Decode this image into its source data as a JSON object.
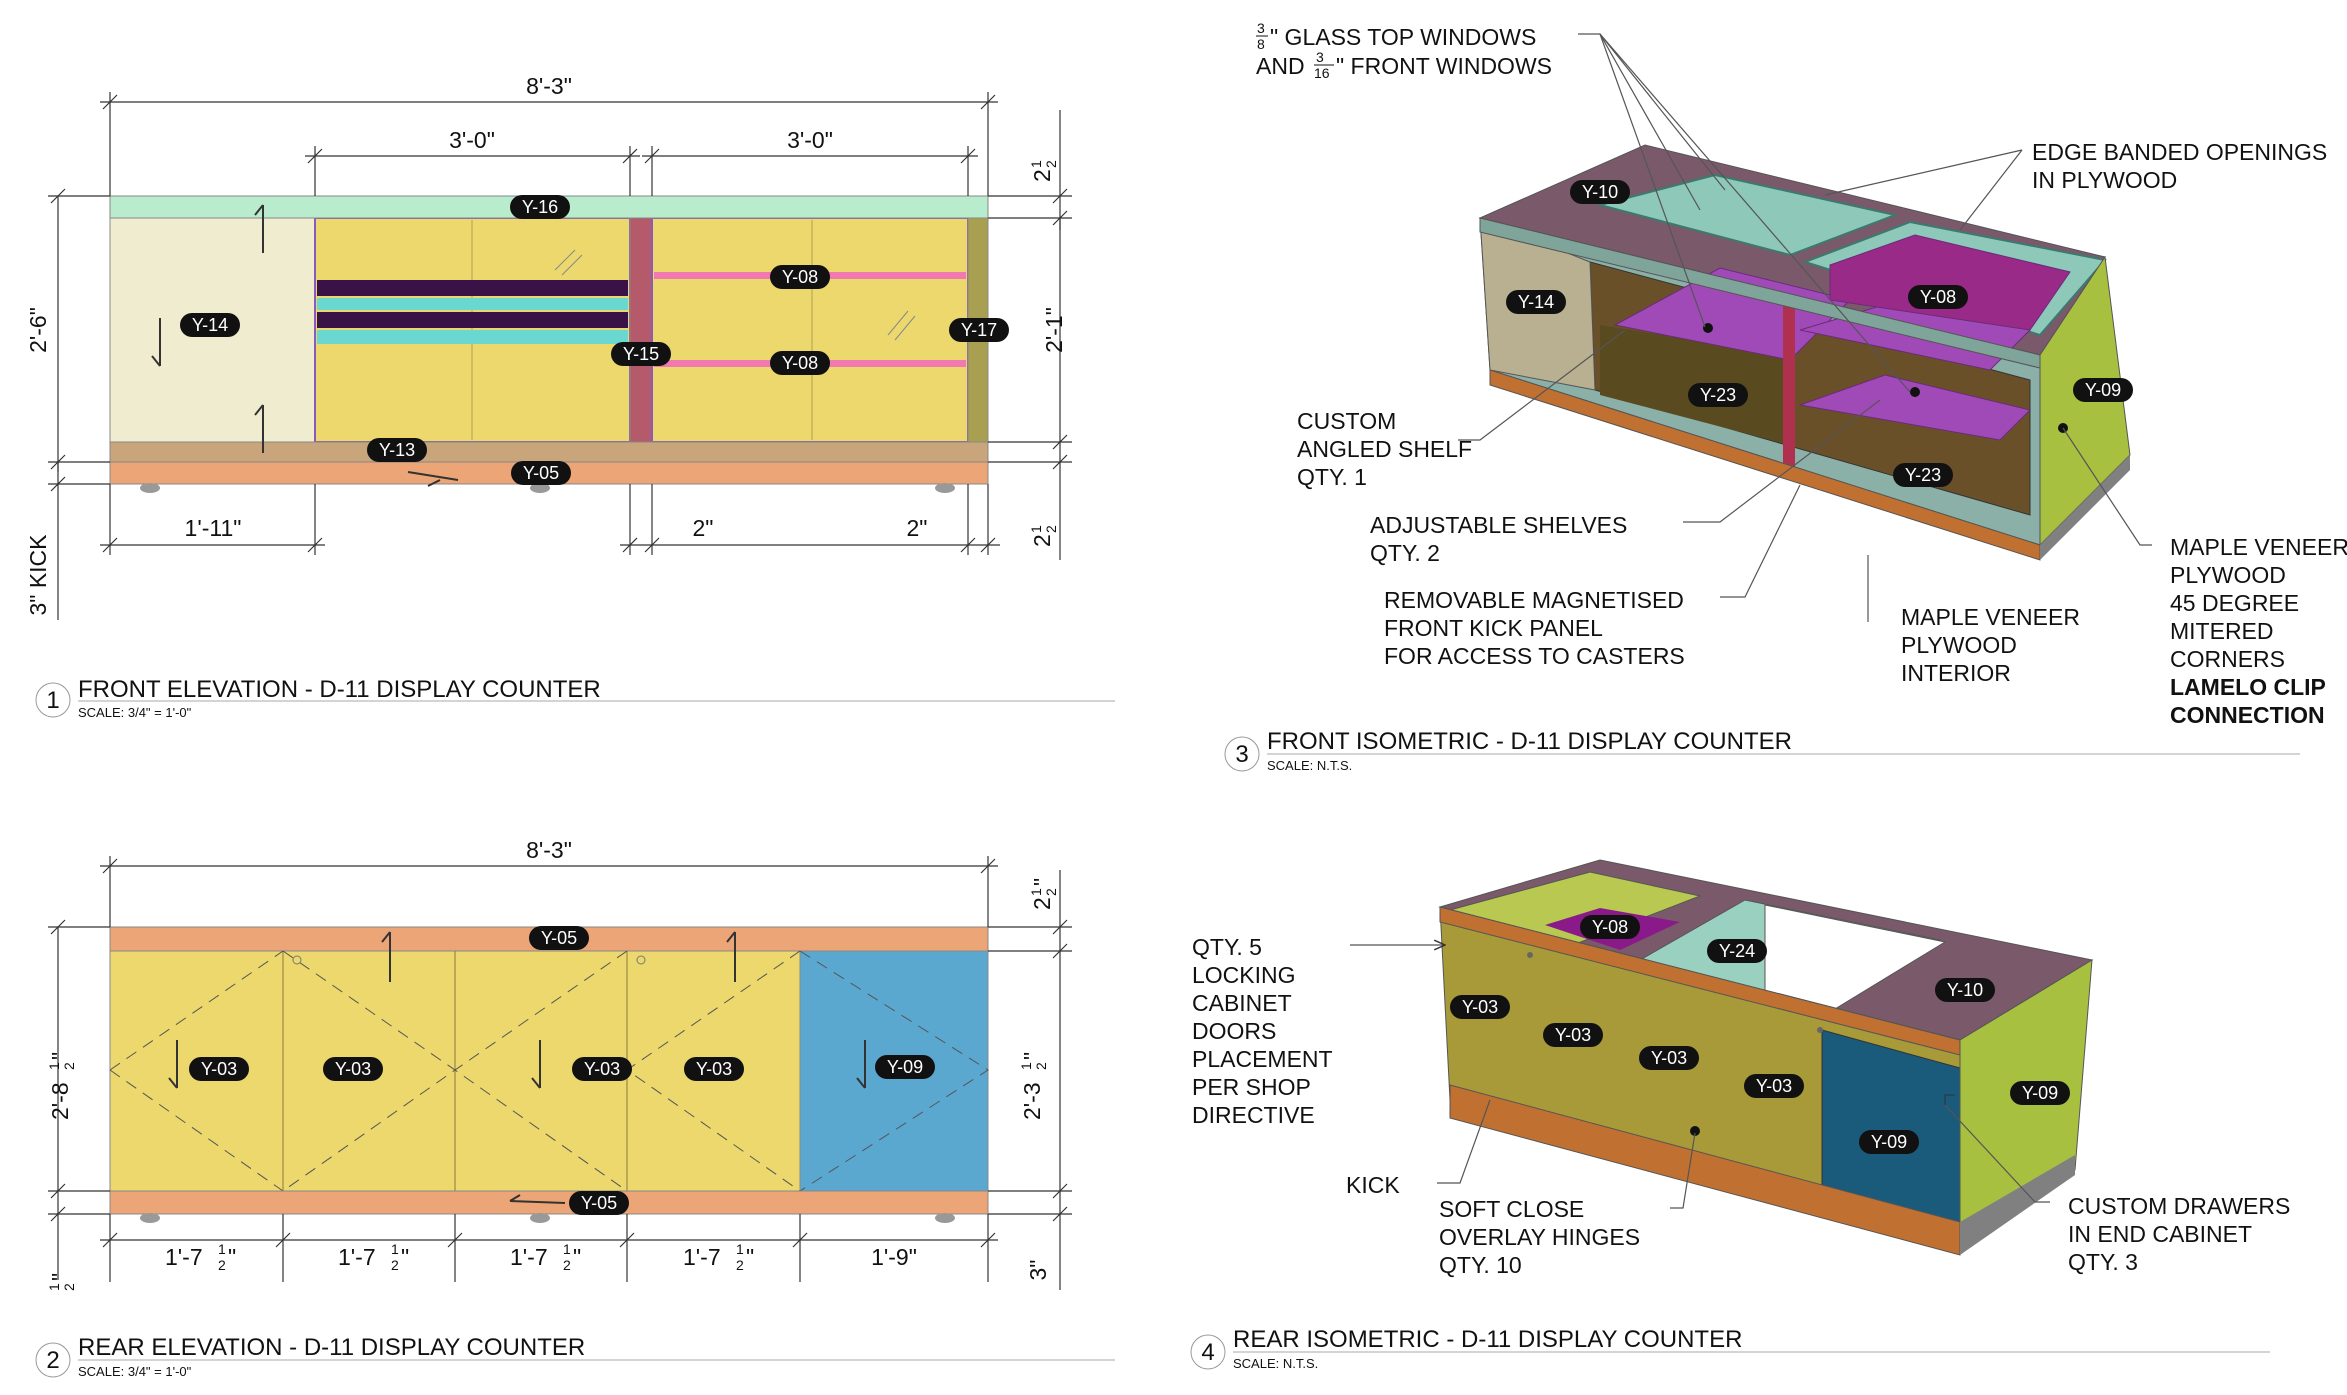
{
  "tags": {
    "y16": "Y-16",
    "y14": "Y-14",
    "y08": "Y-08",
    "y15": "Y-15",
    "y17": "Y-17",
    "y13": "Y-13",
    "y05": "Y-05",
    "y03": "Y-03",
    "y09": "Y-09",
    "y10": "Y-10",
    "y23": "Y-23",
    "y24": "Y-24"
  },
  "front_elev": {
    "overall": "8'-3\"",
    "left_door": "3'-0\"",
    "right_door": "3'-0\"",
    "height": "2'-6\"",
    "inner_height": "2'-1\"",
    "left_bay": "1'-11\"",
    "gap1": "2\"",
    "gap2": "2\"",
    "kick": "3\" KICK",
    "title": "FRONT ELEVATION - D-11 DISPLAY COUNTER",
    "scale": "SCALE: 3/4\" = 1'-0\"",
    "num": "1",
    "top_frac_whole": "2",
    "top_frac_num": "1",
    "top_frac_den": "2",
    "bot_frac_whole": "2",
    "bot_frac_num": "1",
    "bot_frac_den": "2"
  },
  "rear_elev": {
    "overall": "8'-3\"",
    "d1": "1'-7",
    "d2": "1'-7",
    "d3": "1'-7",
    "d4": "1'-7",
    "d5": "1'-9\"",
    "frac_num": "1",
    "frac_den": "2",
    "left_height": "2'-8",
    "right_height": "2'-3",
    "bottom_right": "3\"",
    "title": "REAR ELEVATION - D-11 DISPLAY COUNTER",
    "scale": "SCALE: 3/4\" = 1'-0\"",
    "num": "2"
  },
  "front_iso": {
    "glass1a": "\" GLASS TOP WINDOWS",
    "glass1_num": "3",
    "glass1_den": "8",
    "glass2a": "AND ",
    "glass2_num": "3",
    "glass2_den": "16",
    "glass2b": "\" FRONT WINDOWS",
    "edge1": "EDGE BANDED OPENINGS",
    "edge2": "IN PLYWOOD",
    "shelf1": "CUSTOM",
    "shelf2": "ANGLED SHELF",
    "shelf3": "QTY. 1",
    "adj1": "ADJUSTABLE SHELVES",
    "adj2": "QTY. 2",
    "kick1": "REMOVABLE MAGNETISED",
    "kick2": "FRONT KICK PANEL",
    "kick3": "FOR ACCESS TO CASTERS",
    "int1": "MAPLE VENEER",
    "int2": "PLYWOOD",
    "int3": "INTERIOR",
    "ext1": "MAPLE VENEER",
    "ext2": "PLYWOOD",
    "ext3": "45 DEGREE",
    "ext4": "MITERED",
    "ext5": "CORNERS",
    "ext6": "LAMELO CLIP",
    "ext7": "CONNECTION",
    "title": "FRONT ISOMETRIC - D-11 DISPLAY COUNTER",
    "scale": "SCALE: N.T.S.",
    "num": "3"
  },
  "rear_iso": {
    "qty1": "QTY. 5",
    "qty2": "LOCKING",
    "qty3": "CABINET",
    "qty4": "DOORS",
    "qty5": "PLACEMENT",
    "qty6": "PER SHOP",
    "qty7": "DIRECTIVE",
    "kick": "KICK",
    "hinge1": "SOFT CLOSE",
    "hinge2": "OVERLAY HINGES",
    "hinge3": "QTY. 10",
    "drw1": "CUSTOM DRAWERS",
    "drw2": "IN END CABINET",
    "drw3": "QTY. 3",
    "title": "REAR ISOMETRIC -  D-11 DISPLAY COUNTER",
    "scale": "SCALE: N.T.S.",
    "num": "4"
  }
}
